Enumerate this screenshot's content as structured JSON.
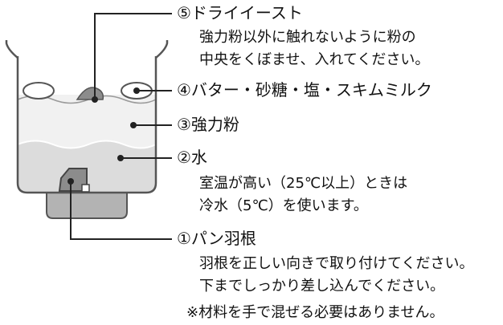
{
  "labels": {
    "dry_yeast": {
      "title": "⑤ドライイースト",
      "lines": [
        "強力粉以外に触れないように粉の",
        "中央をくぼませ、入れてください。"
      ]
    },
    "butter_group": {
      "title": "④バター・砂糖・塩・スキムミルク"
    },
    "flour": {
      "title": "③強力粉"
    },
    "water": {
      "title": "②水",
      "lines": [
        "室温が高い（25℃以上）ときは",
        "冷水（5℃）を使います。"
      ]
    },
    "blade": {
      "title": "①パン羽根",
      "lines": [
        "羽根を正しい向きで取り付けてください。",
        "下までしっかり差し込んでください。"
      ]
    }
  },
  "note": "※材料を手で混ぜる必要はありません。",
  "colors": {
    "outline": "#555555",
    "pan_fill": "#ffffff",
    "flour_fill": "#f1f1f1",
    "water_fill": "#dcdcdc",
    "base_fill": "#b3b3b3",
    "blade_fill": "#8c8c8c",
    "leader_line": "#222222"
  }
}
